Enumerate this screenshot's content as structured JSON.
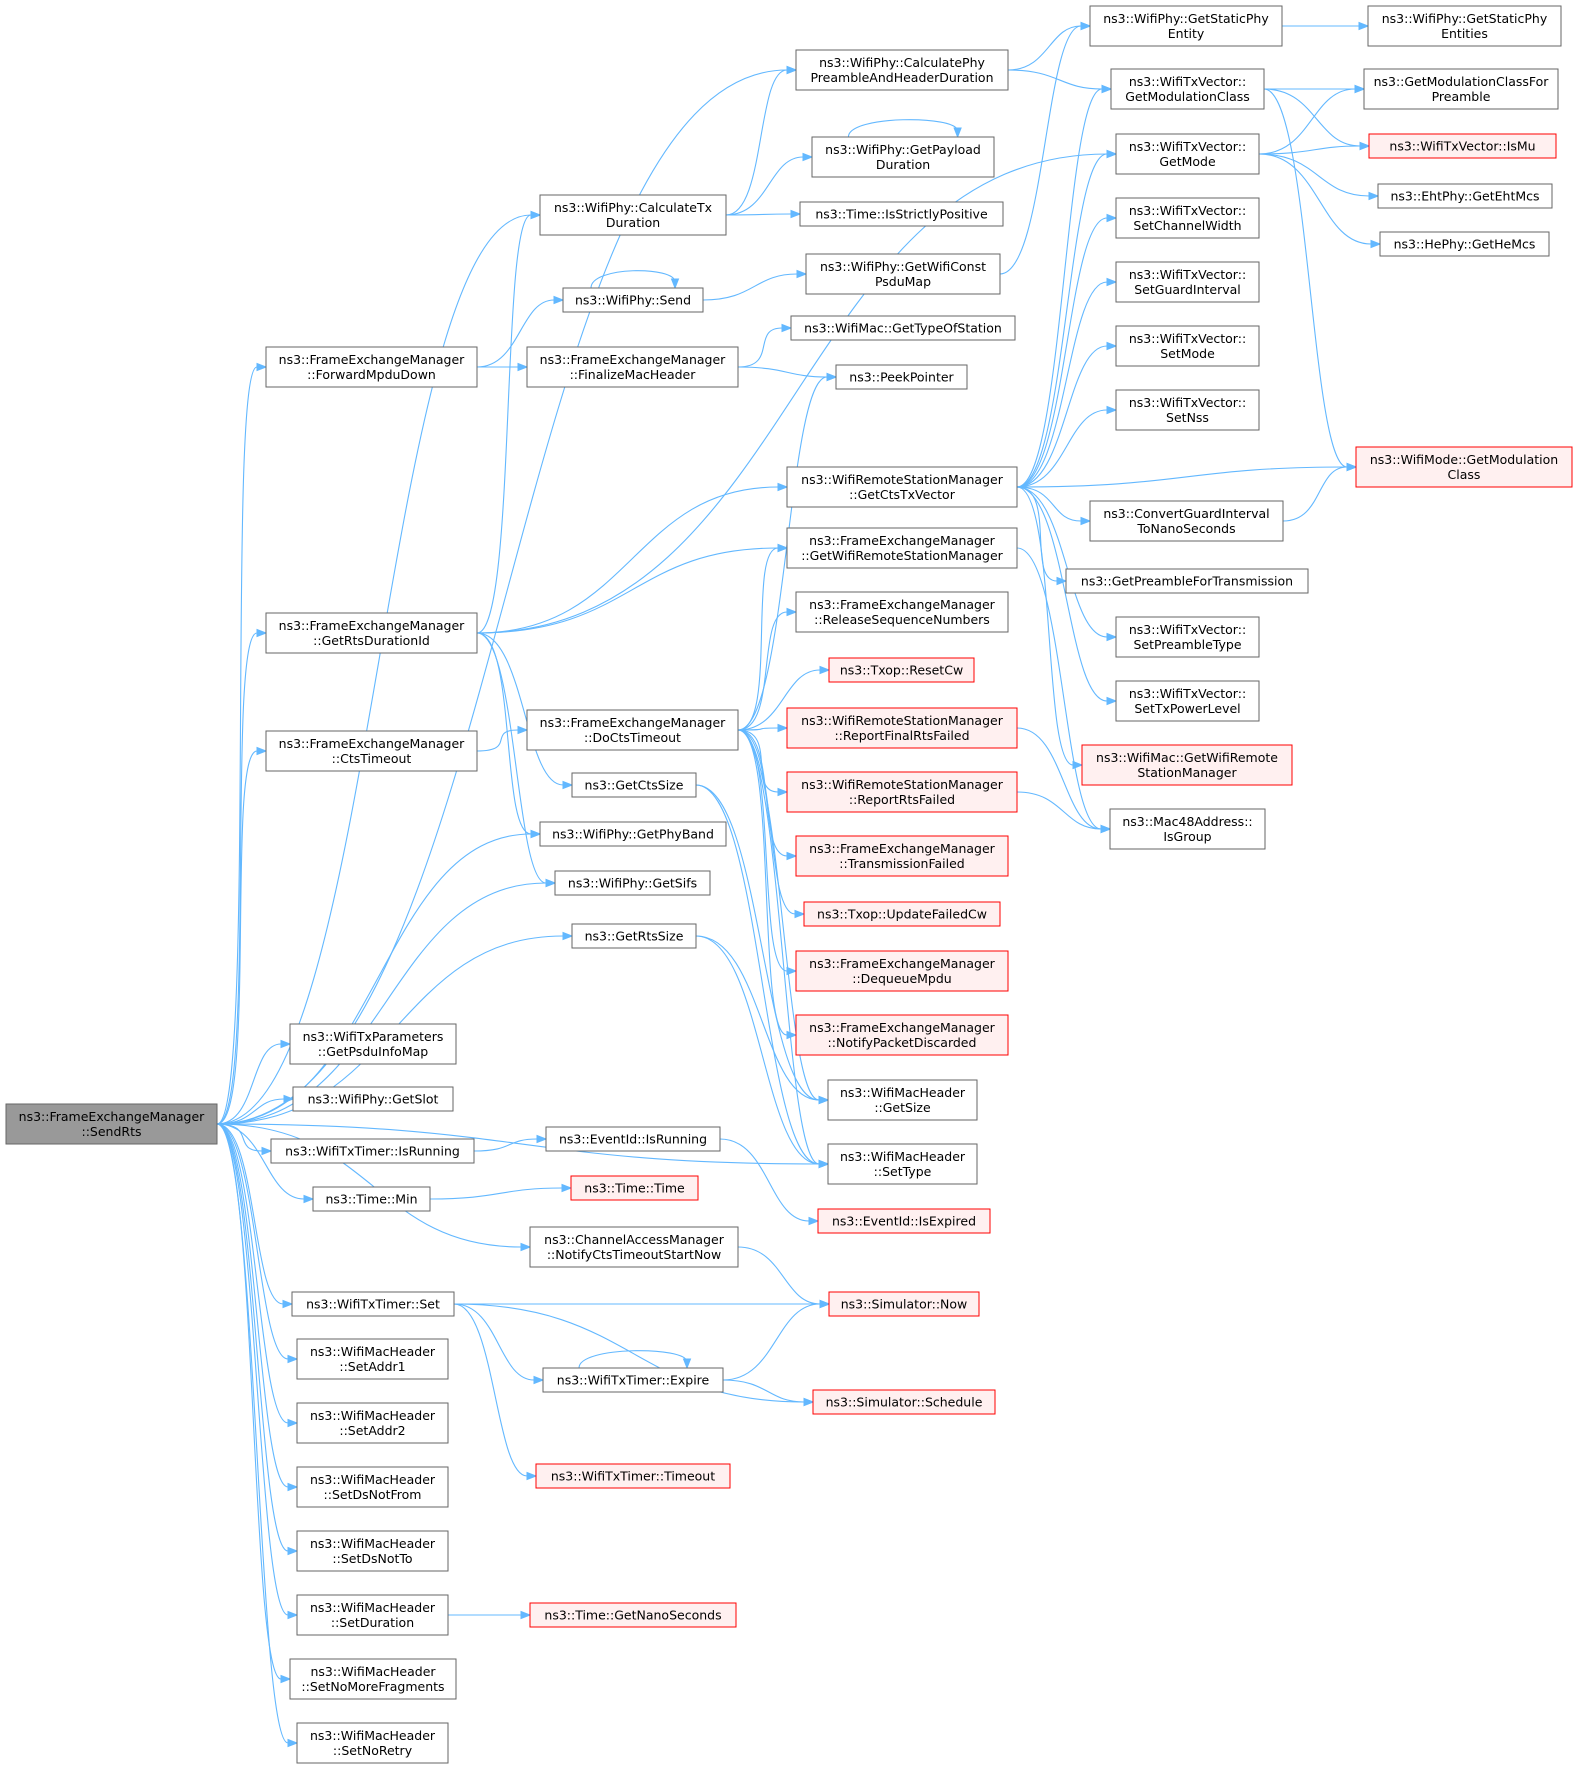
{
  "colors": {
    "edge": "#63b8ff",
    "node_border": "#666666",
    "red_border": "#ff0000",
    "red_fill": "#fff0f0",
    "root_fill": "#999999"
  },
  "nodes": {
    "sendrts": {
      "lines": [
        "ns3::FrameExchangeManager",
        "::SendRts"
      ],
      "style": "root"
    },
    "calcpreamble": {
      "lines": [
        "ns3::WifiPhy::CalculatePhy",
        "PreambleAndHeaderDuration"
      ]
    },
    "staticphy": {
      "lines": [
        "ns3::WifiPhy::GetStaticPhy",
        "Entity"
      ]
    },
    "staticphyents": {
      "lines": [
        "ns3::WifiPhy::GetStaticPhy",
        "Entities"
      ]
    },
    "getmodclass": {
      "lines": [
        "ns3::WifiTxVector::",
        "GetModulationClass"
      ]
    },
    "getmodpreamble": {
      "lines": [
        "ns3::GetModulationClassFor",
        "Preamble"
      ]
    },
    "getpayload": {
      "lines": [
        "ns3::WifiPhy::GetPayload",
        "Duration"
      ]
    },
    "getmode": {
      "lines": [
        "ns3::WifiTxVector::",
        "GetMode"
      ]
    },
    "ismu": {
      "lines": [
        "ns3::WifiTxVector::IsMu"
      ],
      "style": "red"
    },
    "calctx": {
      "lines": [
        "ns3::WifiPhy::CalculateTx",
        "Duration"
      ]
    },
    "strictlypos": {
      "lines": [
        "ns3::Time::IsStrictlyPositive"
      ]
    },
    "ehtmcs": {
      "lines": [
        "ns3::EhtPhy::GetEhtMcs"
      ]
    },
    "setchanwidth": {
      "lines": [
        "ns3::WifiTxVector::",
        "SetChannelWidth"
      ]
    },
    "hemcs": {
      "lines": [
        "ns3::HePhy::GetHeMcs"
      ]
    },
    "send": {
      "lines": [
        "ns3::WifiPhy::Send"
      ]
    },
    "getwificonst": {
      "lines": [
        "ns3::WifiPhy::GetWifiConst",
        "PsduMap"
      ]
    },
    "setguard": {
      "lines": [
        "ns3::WifiTxVector::",
        "SetGuardInterval"
      ]
    },
    "getmactype": {
      "lines": [
        "ns3::WifiMac::GetTypeOfStation"
      ]
    },
    "fwdmpdu": {
      "lines": [
        "ns3::FrameExchangeManager",
        "::ForwardMpduDown"
      ]
    },
    "finalize": {
      "lines": [
        "ns3::FrameExchangeManager",
        "::FinalizeMacHeader"
      ]
    },
    "setmode": {
      "lines": [
        "ns3::WifiTxVector::",
        "SetMode"
      ]
    },
    "peekptr": {
      "lines": [
        "ns3::PeekPointer"
      ]
    },
    "setnss": {
      "lines": [
        "ns3::WifiTxVector::",
        "SetNss"
      ]
    },
    "getctstx": {
      "lines": [
        "ns3::WifiRemoteStationManager",
        "::GetCtsTxVector"
      ]
    },
    "modegetmodclass": {
      "lines": [
        "ns3::WifiMode::GetModulation",
        "Class"
      ],
      "style": "red"
    },
    "convguard": {
      "lines": [
        "ns3::ConvertGuardInterval",
        "ToNanoSeconds"
      ]
    },
    "getwrsm": {
      "lines": [
        "ns3::FrameExchangeManager",
        "::GetWifiRemoteStationManager"
      ]
    },
    "getpreamble": {
      "lines": [
        "ns3::GetPreambleForTransmission"
      ]
    },
    "releaseseq": {
      "lines": [
        "ns3::FrameExchangeManager",
        "::ReleaseSequenceNumbers"
      ]
    },
    "getrtsdur": {
      "lines": [
        "ns3::FrameExchangeManager",
        "::GetRtsDurationId"
      ]
    },
    "setpreambletype": {
      "lines": [
        "ns3::WifiTxVector::",
        "SetPreambleType"
      ]
    },
    "resetcw": {
      "lines": [
        "ns3::Txop::ResetCw"
      ],
      "style": "red"
    },
    "settxpower": {
      "lines": [
        "ns3::WifiTxVector::",
        "SetTxPowerLevel"
      ]
    },
    "ctstimeout": {
      "lines": [
        "ns3::FrameExchangeManager",
        "::CtsTimeout"
      ]
    },
    "docts": {
      "lines": [
        "ns3::FrameExchangeManager",
        "::DoCtsTimeout"
      ]
    },
    "reportfinal": {
      "lines": [
        "ns3::WifiRemoteStationManager",
        "::ReportFinalRtsFailed"
      ],
      "style": "red"
    },
    "macgetwrsm": {
      "lines": [
        "ns3::WifiMac::GetWifiRemote",
        "StationManager"
      ],
      "style": "red"
    },
    "getctssize": {
      "lines": [
        "ns3::GetCtsSize"
      ]
    },
    "reportrts": {
      "lines": [
        "ns3::WifiRemoteStationManager",
        "::ReportRtsFailed"
      ],
      "style": "red"
    },
    "isgroup": {
      "lines": [
        "ns3::Mac48Address::",
        "IsGroup"
      ]
    },
    "getphyband": {
      "lines": [
        "ns3::WifiPhy::GetPhyBand"
      ]
    },
    "txfailed": {
      "lines": [
        "ns3::FrameExchangeManager",
        "::TransmissionFailed"
      ],
      "style": "red"
    },
    "getsifs": {
      "lines": [
        "ns3::WifiPhy::GetSifs"
      ]
    },
    "updatecw": {
      "lines": [
        "ns3::Txop::UpdateFailedCw"
      ],
      "style": "red"
    },
    "getrtssize": {
      "lines": [
        "ns3::GetRtsSize"
      ]
    },
    "dequeue": {
      "lines": [
        "ns3::FrameExchangeManager",
        "::DequeueMpdu"
      ],
      "style": "red"
    },
    "notifydisc": {
      "lines": [
        "ns3::FrameExchangeManager",
        "::NotifyPacketDiscarded"
      ],
      "style": "red"
    },
    "getpsduinfo": {
      "lines": [
        "ns3::WifiTxParameters",
        "::GetPsduInfoMap"
      ]
    },
    "getslot": {
      "lines": [
        "ns3::WifiPhy::GetSlot"
      ]
    },
    "hdrgetsize": {
      "lines": [
        "ns3::WifiMacHeader",
        "::GetSize"
      ]
    },
    "timerisrunning": {
      "lines": [
        "ns3::WifiTxTimer::IsRunning"
      ]
    },
    "eventisrunning": {
      "lines": [
        "ns3::EventId::IsRunning"
      ]
    },
    "hdrsettype": {
      "lines": [
        "ns3::WifiMacHeader",
        "::SetType"
      ]
    },
    "timemin": {
      "lines": [
        "ns3::Time::Min"
      ]
    },
    "timetime": {
      "lines": [
        "ns3::Time::Time"
      ],
      "style": "red"
    },
    "isexpired": {
      "lines": [
        "ns3::EventId::IsExpired"
      ],
      "style": "red"
    },
    "notifycts": {
      "lines": [
        "ns3::ChannelAccessManager",
        "::NotifyCtsTimeoutStartNow"
      ]
    },
    "timerset": {
      "lines": [
        "ns3::WifiTxTimer::Set"
      ]
    },
    "simnow": {
      "lines": [
        "ns3::Simulator::Now"
      ],
      "style": "red"
    },
    "setaddr1": {
      "lines": [
        "ns3::WifiMacHeader",
        "::SetAddr1"
      ]
    },
    "expire": {
      "lines": [
        "ns3::WifiTxTimer::Expire"
      ]
    },
    "schedule": {
      "lines": [
        "ns3::Simulator::Schedule"
      ],
      "style": "red"
    },
    "setaddr2": {
      "lines": [
        "ns3::WifiMacHeader",
        "::SetAddr2"
      ]
    },
    "timeout": {
      "lines": [
        "ns3::WifiTxTimer::Timeout"
      ],
      "style": "red"
    },
    "setdsnotfrom": {
      "lines": [
        "ns3::WifiMacHeader",
        "::SetDsNotFrom"
      ]
    },
    "setdsnotto": {
      "lines": [
        "ns3::WifiMacHeader",
        "::SetDsNotTo"
      ]
    },
    "setduration": {
      "lines": [
        "ns3::WifiMacHeader",
        "::SetDuration"
      ]
    },
    "getnanos": {
      "lines": [
        "ns3::Time::GetNanoSeconds"
      ],
      "style": "red"
    },
    "setnomorefrag": {
      "lines": [
        "ns3::WifiMacHeader",
        "::SetNoMoreFragments"
      ]
    },
    "setnoretry": {
      "lines": [
        "ns3::WifiMacHeader",
        "::SetNoRetry"
      ]
    }
  },
  "edges": [
    [
      "sendrts",
      "calcpreamble"
    ],
    [
      "sendrts",
      "calctx"
    ],
    [
      "sendrts",
      "fwdmpdu"
    ],
    [
      "sendrts",
      "getrtsdur"
    ],
    [
      "sendrts",
      "ctstimeout"
    ],
    [
      "sendrts",
      "getphyband"
    ],
    [
      "sendrts",
      "getsifs"
    ],
    [
      "sendrts",
      "getrtssize"
    ],
    [
      "sendrts",
      "hdrsettype"
    ],
    [
      "sendrts",
      "getpsduinfo"
    ],
    [
      "sendrts",
      "getslot"
    ],
    [
      "sendrts",
      "timerisrunning"
    ],
    [
      "sendrts",
      "timemin"
    ],
    [
      "sendrts",
      "notifycts"
    ],
    [
      "sendrts",
      "timerset"
    ],
    [
      "sendrts",
      "setaddr1"
    ],
    [
      "sendrts",
      "setaddr2"
    ],
    [
      "sendrts",
      "setdsnotfrom"
    ],
    [
      "sendrts",
      "setdsnotto"
    ],
    [
      "sendrts",
      "setduration"
    ],
    [
      "sendrts",
      "setnomorefrag"
    ],
    [
      "sendrts",
      "setnoretry"
    ],
    [
      "calcpreamble",
      "staticphy"
    ],
    [
      "calcpreamble",
      "getmodclass"
    ],
    [
      "staticphy",
      "staticphyents"
    ],
    [
      "getmodclass",
      "getmodpreamble"
    ],
    [
      "getmodclass",
      "ismu"
    ],
    [
      "getmodclass",
      "modegetmodclass"
    ],
    [
      "getpayload",
      "getpayload"
    ],
    [
      "getmode",
      "getmodpreamble"
    ],
    [
      "getmode",
      "ismu"
    ],
    [
      "getmode",
      "ehtmcs"
    ],
    [
      "getmode",
      "hemcs"
    ],
    [
      "calctx",
      "calcpreamble"
    ],
    [
      "calctx",
      "getpayload"
    ],
    [
      "calctx",
      "strictlypos"
    ],
    [
      "send",
      "send"
    ],
    [
      "send",
      "getwificonst"
    ],
    [
      "getwificonst",
      "staticphy"
    ],
    [
      "fwdmpdu",
      "send"
    ],
    [
      "fwdmpdu",
      "finalize"
    ],
    [
      "finalize",
      "getmactype"
    ],
    [
      "finalize",
      "peekptr"
    ],
    [
      "getrtsdur",
      "calctx"
    ],
    [
      "getrtsdur",
      "getctstx"
    ],
    [
      "getrtsdur",
      "getwrsm"
    ],
    [
      "getrtsdur",
      "getctssize"
    ],
    [
      "getrtsdur",
      "getphyband"
    ],
    [
      "getrtsdur",
      "getsifs"
    ],
    [
      "getrtsdur",
      "getmode"
    ],
    [
      "getctstx",
      "getmodclass"
    ],
    [
      "getctstx",
      "getmode"
    ],
    [
      "getctstx",
      "setchanwidth"
    ],
    [
      "getctstx",
      "setguard"
    ],
    [
      "getctstx",
      "setmode"
    ],
    [
      "getctstx",
      "setnss"
    ],
    [
      "getctstx",
      "modegetmodclass"
    ],
    [
      "getctstx",
      "convguard"
    ],
    [
      "getctstx",
      "getpreamble"
    ],
    [
      "getctstx",
      "setpreambletype"
    ],
    [
      "getctstx",
      "settxpower"
    ],
    [
      "getctstx",
      "macgetwrsm"
    ],
    [
      "convguard",
      "modegetmodclass"
    ],
    [
      "getwrsm",
      "isgroup"
    ],
    [
      "ctstimeout",
      "docts"
    ],
    [
      "docts",
      "peekptr"
    ],
    [
      "docts",
      "getwrsm"
    ],
    [
      "docts",
      "releaseseq"
    ],
    [
      "docts",
      "resetcw"
    ],
    [
      "docts",
      "reportfinal"
    ],
    [
      "docts",
      "reportrts"
    ],
    [
      "docts",
      "txfailed"
    ],
    [
      "docts",
      "updatecw"
    ],
    [
      "docts",
      "dequeue"
    ],
    [
      "docts",
      "notifydisc"
    ],
    [
      "docts",
      "hdrgetsize"
    ],
    [
      "docts",
      "hdrsettype"
    ],
    [
      "reportfinal",
      "isgroup"
    ],
    [
      "reportrts",
      "isgroup"
    ],
    [
      "getctssize",
      "hdrgetsize"
    ],
    [
      "getctssize",
      "hdrsettype"
    ],
    [
      "getrtssize",
      "hdrgetsize"
    ],
    [
      "getrtssize",
      "hdrsettype"
    ],
    [
      "timerisrunning",
      "eventisrunning"
    ],
    [
      "eventisrunning",
      "isexpired"
    ],
    [
      "timemin",
      "timetime"
    ],
    [
      "notifycts",
      "simnow"
    ],
    [
      "timerset",
      "simnow"
    ],
    [
      "timerset",
      "expire"
    ],
    [
      "timerset",
      "schedule"
    ],
    [
      "timerset",
      "timeout"
    ],
    [
      "expire",
      "expire"
    ],
    [
      "expire",
      "simnow"
    ],
    [
      "expire",
      "schedule"
    ],
    [
      "setduration",
      "getnanos"
    ]
  ]
}
